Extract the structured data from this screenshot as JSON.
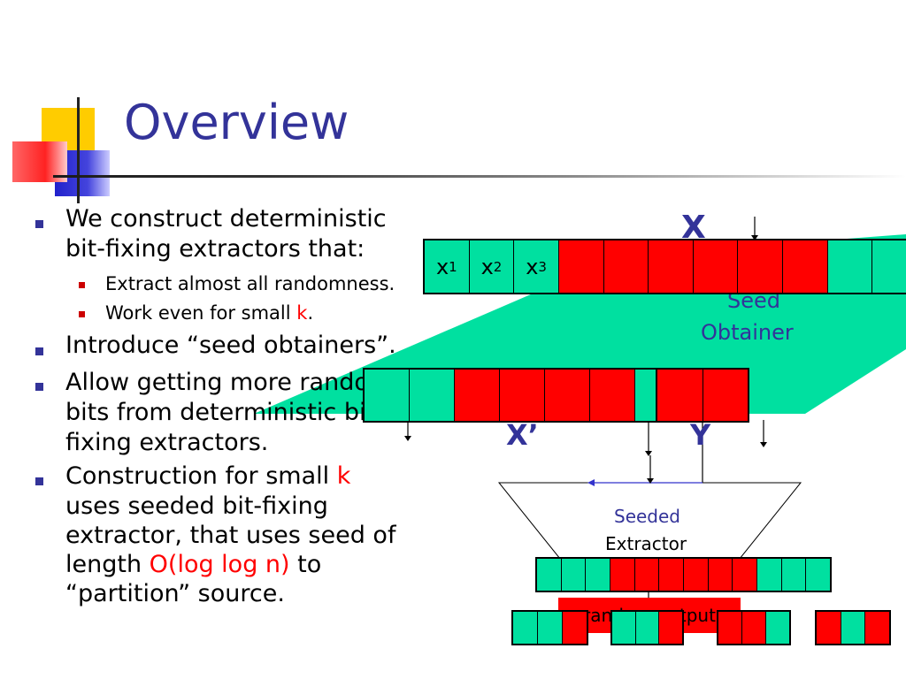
{
  "slide": {
    "title": "Overview",
    "bullets": [
      {
        "lines": [
          "We construct deterministic",
          "bit-fixing extractors that:"
        ]
      },
      {
        "text": "Extract almost all randomness."
      },
      {
        "pre": "Work even for small ",
        "red": "k",
        "post": "."
      },
      {
        "text": "Introduce “seed obtainers”."
      },
      {
        "lines": [
          "Allow getting more random",
          "bits from deterministic bit-",
          "fixing extractors."
        ]
      },
      {
        "line1_pre": "Construction for small ",
        "line1_red": "k",
        "line2": "uses seeded bit-fixing",
        "line3": "extractor, that uses seed of",
        "line4_pre": "length ",
        "line4_red": "O(log log n)",
        "line4_post": " to",
        "line5": "“partition” source."
      }
    ]
  },
  "diagram": {
    "x_label": "X",
    "x_cells": [
      {
        "var": "x",
        "sub": "1"
      },
      {
        "var": "x",
        "sub": "2"
      },
      {
        "var": "x",
        "sub": "3"
      }
    ],
    "seed_obtainer_label": [
      "Seed",
      "Obtainer"
    ],
    "x_prime_label": "X’",
    "y_label": "Y",
    "seeded_label": "Seeded",
    "extractor_label": "Extractor",
    "random_output_label": "random output",
    "colors": {
      "teal": "#00e0a0",
      "red": "#ff0000",
      "label_blue": "#333399"
    }
  }
}
